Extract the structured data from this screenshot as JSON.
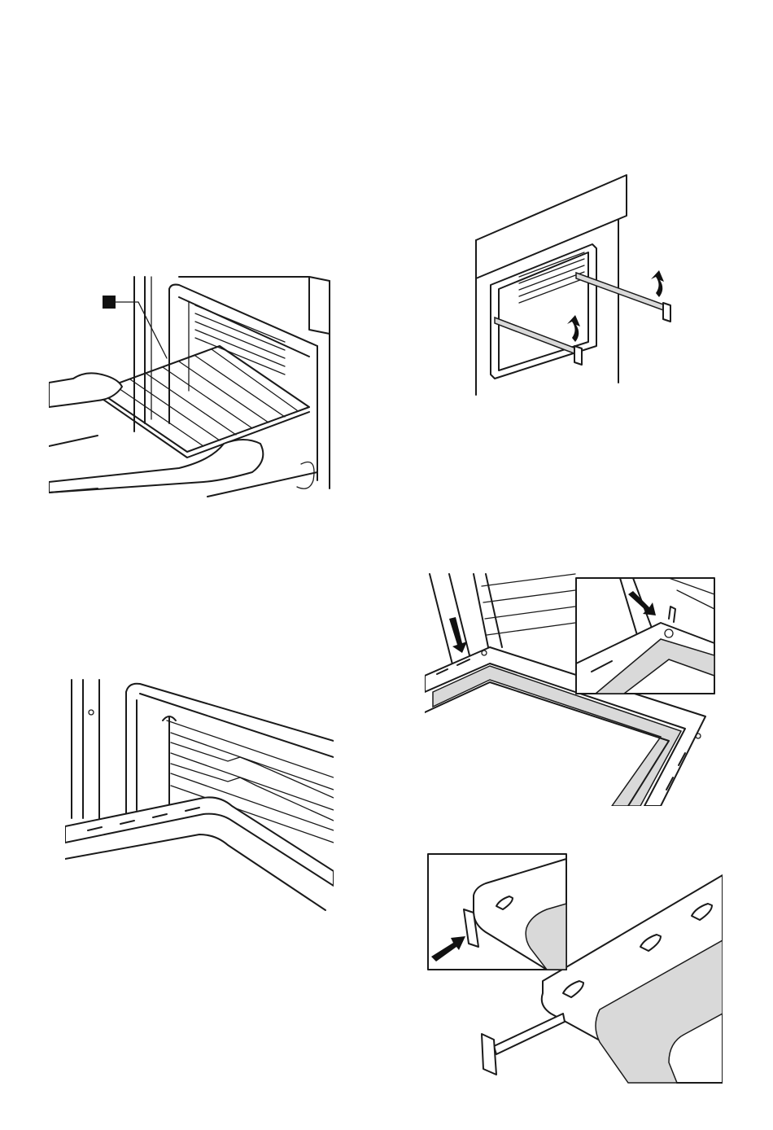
{
  "figures": [
    {
      "id": "rack",
      "icon": "oven-wire-rack-insertion-illustration"
    },
    {
      "id": "rails",
      "icon": "oven-telescopic-rails-illustration"
    },
    {
      "id": "rack-closeup",
      "icon": "oven-side-racks-closeup-illustration"
    },
    {
      "id": "tray-insert",
      "icon": "tray-insertion-with-detail-illustration"
    },
    {
      "id": "tray-runner",
      "icon": "tray-runner-detail-illustration"
    }
  ],
  "colors": {
    "line": "#1a1a1a",
    "shade": "#d9d9d9",
    "background": "#ffffff"
  }
}
